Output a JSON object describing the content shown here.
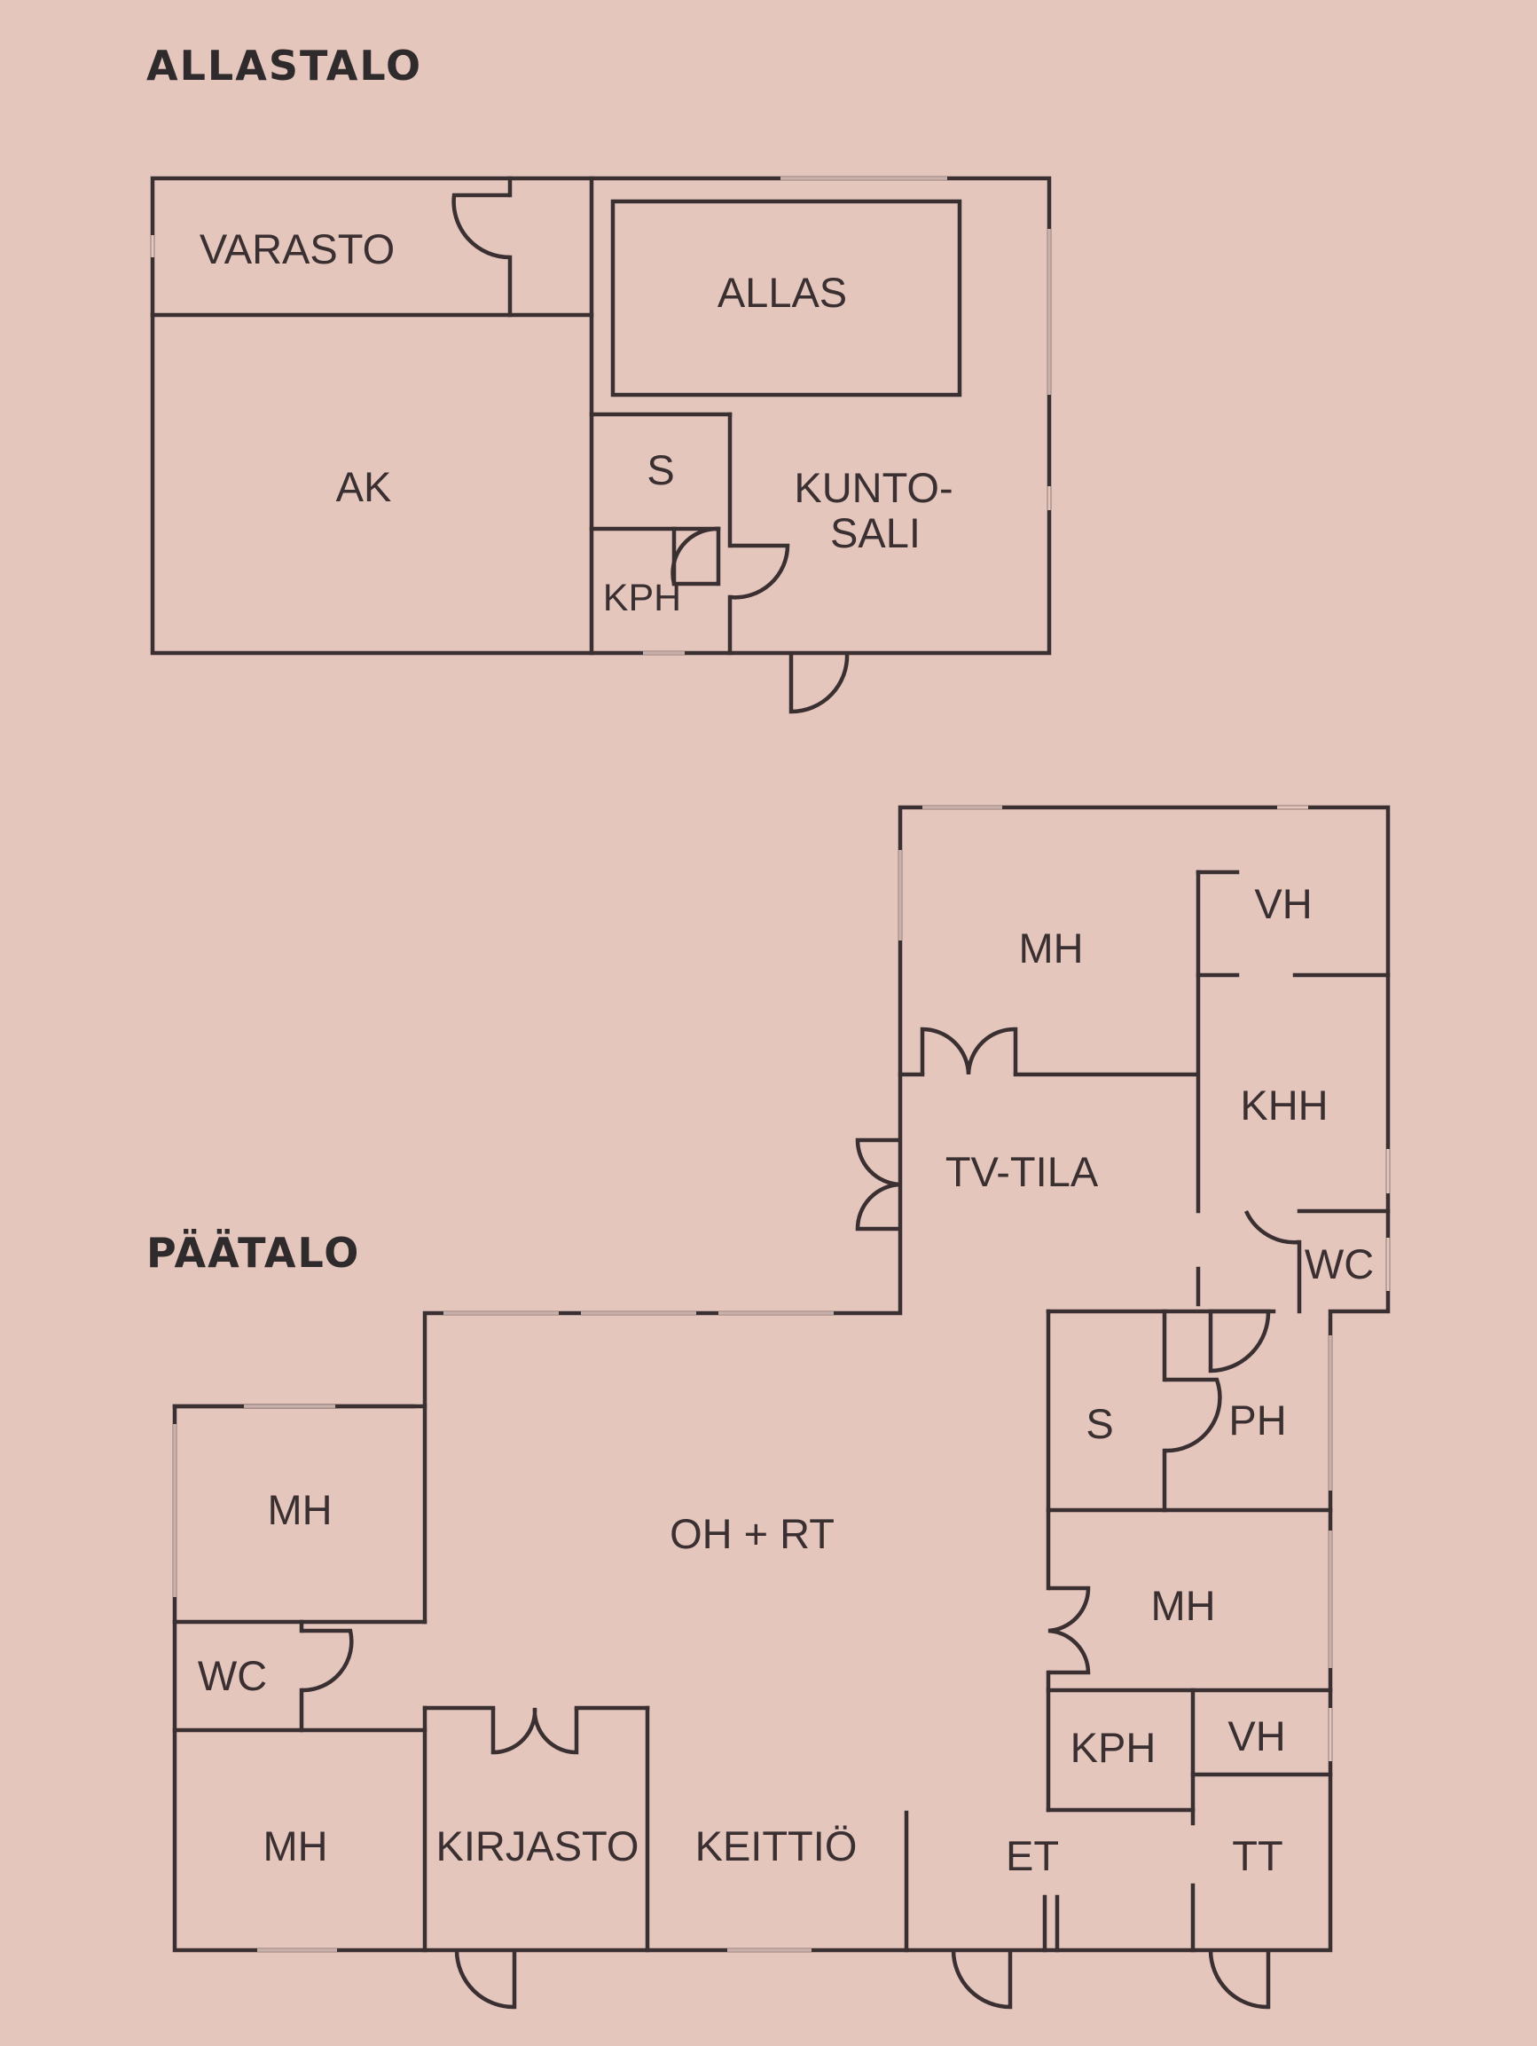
{
  "buildings": {
    "allastalo": {
      "title": "ALLASTALO"
    },
    "paatalo": {
      "title": "PÄÄTALO"
    }
  },
  "allastalo_rooms": {
    "varasto": "VARASTO",
    "allas": "ALLAS",
    "ak": "AK",
    "s": "S",
    "kuntosali_1": "KUNTO-",
    "kuntosali_2": "SALI",
    "kph": "KPH"
  },
  "paatalo_rooms": {
    "mh_top": "MH",
    "vh_top": "VH",
    "khh": "KHH",
    "tv_tila": "TV-TILA",
    "wc_right": "WC",
    "s": "S",
    "ph": "PH",
    "mh_left_top": "MH",
    "oh_rt": "OH + RT",
    "mh_right": "MH",
    "wc_left": "WC",
    "kph": "KPH",
    "vh_bottom": "VH",
    "mh_left_bottom": "MH",
    "kirjasto": "KIRJASTO",
    "keittio": "KEITTIÖ",
    "et": "ET",
    "tt": "TT"
  },
  "colors": {
    "background": "#e4c6bd",
    "wall": "#3a2f31"
  }
}
